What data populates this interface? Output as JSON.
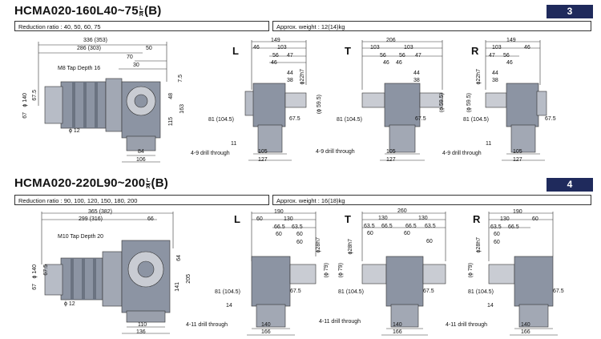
{
  "sections": [
    {
      "title_main": "HCMA020-160L40~75",
      "title_suffix": "(B)",
      "frac_top": "L",
      "frac_bottom": "R",
      "badge": "3",
      "reduction_label": "Reduction ratio : 40, 50, 60, 75",
      "weight_label": "Approx. weight : 12(14)kg",
      "side_dims": {
        "d1": "336 (353)",
        "d2": "286 (303)",
        "d3": "50",
        "d4": "70",
        "d5": "30",
        "tap": "M8 Tap Depth 16",
        "d6": "7.5",
        "d7": "48",
        "d8": "163",
        "d9": "115",
        "d10": "ϕ 140",
        "d11": "67.5",
        "d12": "67",
        "d13": "ϕ 12",
        "d14": "84",
        "d15": "106"
      },
      "views": [
        {
          "label": "L",
          "dims": {
            "top": "149",
            "a": "46",
            "b": "103",
            "c": "56",
            "d": "47",
            "e": "46",
            "f": "44",
            "g": "38",
            "h": "ϕ22h7",
            "i": "(ϕ 59.5)",
            "j": "81 (104.5)",
            "k": "67.5",
            "l": "11",
            "m": "105",
            "n": "127",
            "drill": "4-9 drill through"
          }
        },
        {
          "label": "T",
          "dims": {
            "top": "206",
            "a": "103",
            "b": "103",
            "c": "56",
            "d": "56",
            "e": "47",
            "f": "46",
            "g": "46",
            "h": "44",
            "i": "38",
            "j": "(ϕ 59.5)",
            "k": "81 (104.5)",
            "l": "67.5",
            "m": "105",
            "n": "127",
            "drill": "4-9 drill through"
          }
        },
        {
          "label": "R",
          "dims": {
            "top": "149",
            "a": "103",
            "b": "46",
            "c": "47",
            "d": "56",
            "e": "46",
            "f": "44",
            "g": "38",
            "h": "ϕ22h7",
            "i": "(ϕ 59.5)",
            "j": "81 (104.5)",
            "k": "67.5",
            "l": "11",
            "m": "105",
            "n": "127",
            "drill": "4-9 drill through"
          }
        }
      ]
    },
    {
      "title_main": "HCMA020-220L90~200",
      "title_suffix": "(B)",
      "frac_top": "L",
      "frac_bottom": "R",
      "badge": "4",
      "reduction_label": "Reduction ratio : 90, 100, 120, 150, 180, 200",
      "weight_label": "Approx. weight : 16(18)kg",
      "side_dims": {
        "d1": "365 (382)",
        "d2": "299 (316)",
        "d3": "66",
        "d4": "",
        "d5": "",
        "tap": "M10 Tap Depth 20",
        "d6": "",
        "d7": "64",
        "d8": "205",
        "d9": "141",
        "d10": "ϕ 140",
        "d11": "67.5",
        "d12": "67",
        "d13": "ϕ 12",
        "d14": "110",
        "d15": "136"
      },
      "views": [
        {
          "label": "L",
          "dims": {
            "top": "190",
            "a": "60",
            "b": "130",
            "c": "66.5",
            "d": "63.5",
            "e": "60",
            "f": "60",
            "g": "60",
            "h": "ϕ28h7",
            "i": "(ϕ 79)",
            "j": "81 (104.5)",
            "k": "67.5",
            "l": "14",
            "m": "140",
            "n": "166",
            "drill": "4-11 drill through"
          }
        },
        {
          "label": "T",
          "dims": {
            "top": "260",
            "a": "130",
            "b": "130",
            "c": "63.5",
            "d": "66.5",
            "e": "66.5",
            "f": "63.5",
            "g": "60",
            "h": "60",
            "i": "60",
            "j": "ϕ28h7",
            "k": "(ϕ 79)",
            "l": "81 (104.5)",
            "m": "67.5",
            "n": "140",
            "o": "166",
            "drill": "4-11 drill through"
          }
        },
        {
          "label": "R",
          "dims": {
            "top": "190",
            "a": "130",
            "b": "60",
            "c": "63.5",
            "d": "66.5",
            "e": "60",
            "f": "60",
            "g": "ϕ28h7",
            "h": "(ϕ 79)",
            "i": "81 (104.5)",
            "j": "67.5",
            "k": "14",
            "l": "140",
            "m": "166",
            "drill": "4-11 drill through"
          }
        }
      ]
    }
  ]
}
